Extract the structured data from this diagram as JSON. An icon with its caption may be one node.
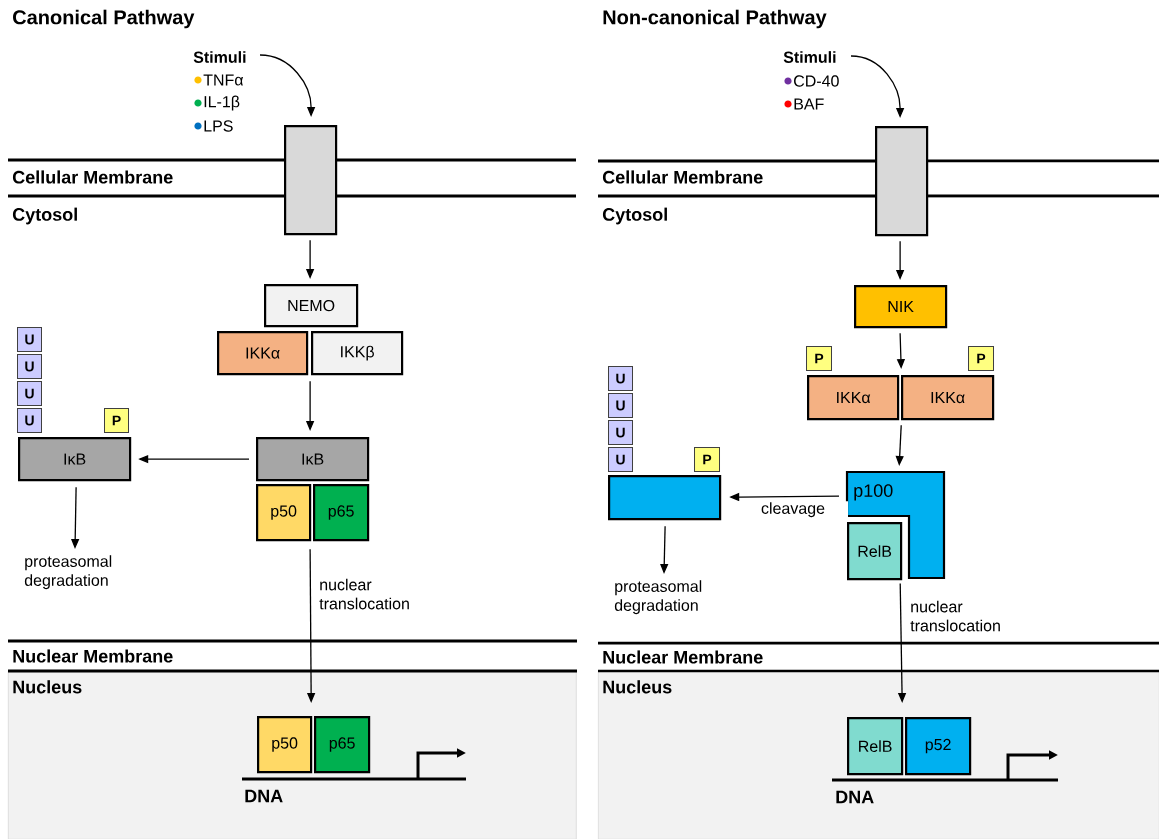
{
  "diagram": {
    "nodes": [
      {
        "text": [
          "Stimuli"
        ]
      },
      {
        "text": [],
        "shape": "box"
      },
      {
        "text": [
          "NEMO"
        ]
      },
      {
        "text": [
          "IKKα"
        ]
      },
      {
        "text": [
          "IKKβ"
        ]
      },
      {
        "text": [
          "U"
        ]
      },
      {
        "text": [
          "U"
        ]
      },
      {
        "text": [
          "U"
        ]
      },
      {
        "text": [
          "U"
        ]
      },
      {
        "text": [
          "P"
        ]
      },
      {
        "text": [
          "IκB"
        ]
      },
      {
        "text": [
          "IκB"
        ]
      },
      {
        "text": [
          "p50"
        ]
      },
      {
        "text": [
          "p65"
        ]
      },
      {
        "text": [
          "proteasomal degradation"
        ]
      },
      {
        "text": [
          "Nucleus"
        ]
      },
      {
        "text": [
          "p50"
        ],
        "in": 15
      },
      {
        "text": [
          "p65"
        ],
        "in": 15
      },
      {
        "text": [
          "Stimuli"
        ]
      },
      {
        "text": [],
        "shape": "box"
      },
      {
        "text": [
          "NIK"
        ]
      },
      {
        "text": [
          "P"
        ]
      },
      {
        "text": [
          "P"
        ]
      },
      {
        "text": [
          "IKKα"
        ]
      },
      {
        "text": [
          "IKKα"
        ]
      },
      {
        "text": [
          "U"
        ]
      },
      {
        "text": [
          "U"
        ]
      },
      {
        "text": [
          "U"
        ]
      },
      {
        "text": [
          "U"
        ]
      },
      {
        "text": [
          "P"
        ]
      },
      {
        "text": [],
        "shape": "box"
      },
      {
        "text": [
          "p100"
        ]
      },
      {
        "text": [
          "RelB"
        ]
      },
      {
        "text": [
          "proteasomal degradation"
        ]
      },
      {
        "text": [
          "Nucleus"
        ]
      },
      {
        "text": [
          "RelB"
        ],
        "in": 34
      },
      {
        "text": [
          "p52"
        ],
        "in": 34
      }
    ],
    "edges": [
      {
        "from": 0,
        "to": 1,
        "arrow": "to"
      },
      {
        "from": 1,
        "to": 2,
        "arrow": "to"
      },
      {
        "from": 3,
        "to": 11,
        "arrow": "to"
      },
      {
        "from": 11,
        "to": 10,
        "arrow": "to"
      },
      {
        "from": 10,
        "to": 14,
        "arrow": "to"
      },
      {
        "from": 12,
        "to": 16,
        "arrow": "to",
        "label": "nuclear translocation"
      },
      {
        "from": 18,
        "to": 19,
        "arrow": "to"
      },
      {
        "from": 19,
        "to": 20,
        "arrow": "to"
      },
      {
        "from": 20,
        "to": 23,
        "arrow": "to"
      },
      {
        "from": 23,
        "to": 31,
        "arrow": "to"
      },
      {
        "from": 31,
        "to": 30,
        "arrow": "to",
        "label": "cleavage"
      },
      {
        "from": 30,
        "to": 33,
        "arrow": "to"
      },
      {
        "from": 31,
        "to": 35,
        "arrow": "to",
        "label": "nuclear translocation"
      }
    ],
    "labels": [
      "Canonical Pathway",
      "Cellular Membrane",
      "Cytosol",
      "Nuclear Membrane",
      "DNA",
      "Non-canonical Pathway",
      "Cellular Membrane",
      "Cytosol",
      "Nuclear Membrane",
      "DNA"
    ],
    "legend": [
      {
        "text": "TNFα",
        "color": "#ffc000"
      },
      {
        "text": "IL-1β",
        "color": "#00b050"
      },
      {
        "text": "LPS",
        "color": "#0070c0"
      },
      {
        "text": "CD-40",
        "color": "#7030a0"
      },
      {
        "text": "BAF",
        "color": "#ff0000"
      }
    ]
  }
}
